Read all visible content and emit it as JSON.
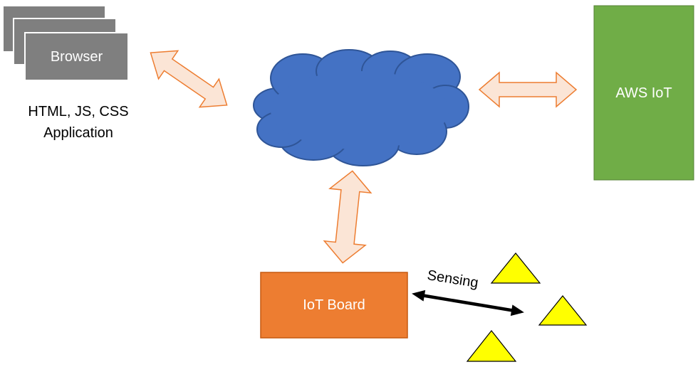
{
  "browser": {
    "label": "Browser",
    "caption_line1": "HTML, JS, CSS",
    "caption_line2": "Application"
  },
  "aws": {
    "label": "AWS IoT"
  },
  "board": {
    "label": "IoT Board"
  },
  "sensing": {
    "label": "Sensing"
  },
  "colors": {
    "browser_fill": "#7f7f7f",
    "cloud_fill": "#4472c4",
    "cloud_stroke": "#2f5597",
    "aws_fill": "#70ad47",
    "board_fill": "#ed7d31",
    "arrow_fill": "#fbe5d6",
    "arrow_stroke": "#ed7d31",
    "sensor_fill": "#ffff00",
    "sensor_stroke": "#000000"
  }
}
